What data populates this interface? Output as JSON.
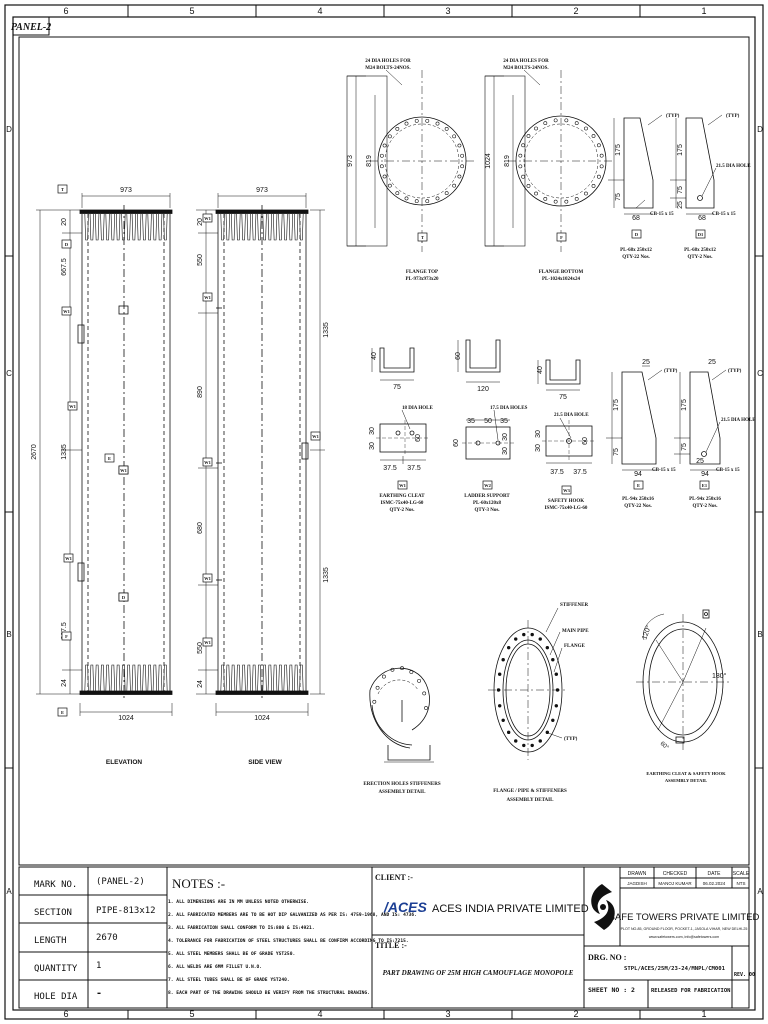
{
  "frame": {
    "col_labels": [
      "6",
      "5",
      "4",
      "3",
      "2",
      "1"
    ],
    "row_labels": [
      "D",
      "C",
      "B",
      "A"
    ],
    "panel_tag": "PANEL-2"
  },
  "elevation": {
    "width_label": "973",
    "bottom_label": "1024",
    "total_height": "2670",
    "dim_top": "20",
    "dim_667_top": "667.5",
    "dim_mid": "1335",
    "dim_667_bot": "667.5",
    "dim_bottom": "24",
    "caption": "ELEVATION",
    "tags": [
      "T",
      "D",
      "W1",
      "E",
      "W1",
      "W1",
      "W1",
      "F",
      "D",
      "E"
    ]
  },
  "side_view": {
    "width_label": "973",
    "bottom_label": "1024",
    "dim_top": "20",
    "dim_550_top": "550",
    "dim_890": "890",
    "dim_680": "680",
    "dim_550_bot": "550",
    "dim_bottom": "24",
    "dim_right_top": "1335",
    "dim_right_bot": "1335",
    "caption": "SIDE VIEW",
    "tags": [
      "W1",
      "W1",
      "W1",
      "W1",
      "W1",
      "W1"
    ]
  },
  "flange_top": {
    "note_line1": "24 DIA HOLES FOR",
    "note_line2": "M24 BOLTS-24NOS.",
    "dim_outer": "973",
    "dim_inner": "819",
    "tag": "T",
    "caption_line1": "FLANGE TOP",
    "caption_line2": "PL-973x973x20"
  },
  "flange_bottom": {
    "note_line1": "24 DIA HOLES FOR",
    "note_line2": "M24 BOLTS-24NOS.",
    "dim_outer": "1024",
    "dim_inner": "819",
    "tag": "F",
    "caption_line1": "FLANGE BOTTOM",
    "caption_line2": "PL-1024x1024x24"
  },
  "stiffener_a": {
    "dim_h": "175",
    "dim_v": "75",
    "dim_w": "68",
    "typ": "(TYP)",
    "cb": "CB-15 x 15",
    "tag": "D",
    "caption_line1": "PL-68x 250x12",
    "caption_line2": "QTY-22 Nos."
  },
  "stiffener_b": {
    "dim_h": "175",
    "dim_a": "75",
    "dim_b": "25",
    "dim_w": "68",
    "hole": "21.5 DIA HOLE",
    "typ": "(TYP)",
    "cb": "CB-15 x 15",
    "tag": "D1",
    "caption_line1": "PL-68x 250x12",
    "caption_line2": "QTY-2 Nos."
  },
  "stiffener_c": {
    "dim_t": "25",
    "dim_h": "175",
    "dim_v": "75",
    "dim_w": "94",
    "typ": "(TYP)",
    "cb": "CB-15 x 15",
    "tag": "E",
    "caption_line1": "PL-94x 250x16",
    "caption_line2": "QTY-22 Nos."
  },
  "stiffener_d": {
    "dim_t": "25",
    "dim_h": "175",
    "dim_a": "75",
    "dim_b": "25",
    "dim_w": "94",
    "hole": "21.5 DIA HOLE",
    "typ": "(TYP)",
    "cb": "CB-15 x 15",
    "tag": "E1",
    "caption_line1": "PL-94x 250x16",
    "caption_line2": "QTY-2 Nos."
  },
  "earthing_cleat": {
    "d_h": "40",
    "d_w": "75",
    "hole": "18 DIA HOLE",
    "d_30a": "30",
    "d_30b": "30",
    "d_60": "60",
    "d_375a": "37.5",
    "d_375b": "37.5",
    "tag": "W1",
    "caption_line1": "EARTHING CLEAT",
    "caption_line2": "ISMC-75x40-LG-60",
    "caption_line3": "QTY-2 Nos."
  },
  "ladder_support": {
    "d_h": "60",
    "d_w": "120",
    "hole": "17.5 DIA HOLES",
    "d_35a": "35",
    "d_50": "50",
    "d_35b": "35",
    "d_60": "60",
    "d_30a": "30",
    "d_30b": "30",
    "tag": "W2",
    "caption_line1": "LADDER SUPPORT",
    "caption_line2": "PL-60x120x8",
    "caption_line3": "QTY-3 Nos."
  },
  "safety_hook": {
    "d_h": "40",
    "d_w": "75",
    "hole": "21.5 DIA HOLE",
    "d_30a": "30",
    "d_30b": "30",
    "d_60": "60",
    "d_375a": "37.5",
    "d_375b": "37.5",
    "tag": "W3",
    "caption_line1": "SAFETY HOOK",
    "caption_line2": "ISMC-75x40-LG-60",
    "caption_line3": ""
  },
  "erection_detail": {
    "caption_line1": "ERECTION HOLES STIFFENERS",
    "caption_line2": "ASSEMBLY DETAIL"
  },
  "flange_pipe_detail": {
    "lbl_stiffener": "STIFFENER",
    "lbl_main_pipe": "MAIN PIPE",
    "lbl_flange": "FLANGE",
    "typ": "(TYP)",
    "caption_line1": "FLANGE / PIPE & STIFFENERS",
    "caption_line2": "ASSEMBLY DETAIL"
  },
  "cleat_detail": {
    "a1": "120°",
    "a2": "180°",
    "a3": "60°",
    "caption_line1": "EARTHING CLEAT & SAFETY HOOK",
    "caption_line2": "ASSEMBLY DETAIL"
  },
  "title_block": {
    "rows": [
      {
        "label": "MARK NO.",
        "value": "(PANEL-2)"
      },
      {
        "label": "SECTION",
        "value": "PIPE-813x12"
      },
      {
        "label": "LENGTH",
        "value": "2670"
      },
      {
        "label": "QUANTITY",
        "value": "1"
      },
      {
        "label": "HOLE DIA",
        "value": "-"
      }
    ],
    "notes_title": "NOTES :-",
    "notes": [
      "1. ALL DIMENSIONS ARE IN MM UNLESS NOTED OTHERWISE.",
      "2. ALL FABRICATED MEMBERS ARE TO BE HOT DIP GALVANIZED AS PER IS: 4759-1968, AND IS: 4736.",
      "3. ALL FABRICATION SHALL CONFORM TO IS:800 & IS:4921.",
      "4. TOLERANCE FOR FABRICATION OF STEEL STRUCTURES SHALL BE CONFIRM ACCORDING TO IS:7215.",
      "5. ALL STEEL MEMBERS SHALL BE OF GRADE YST250.",
      "6. ALL WELDS ARE 6MM FILLET U.N.O.",
      "7. ALL STEEL TUBES SHALL BE OF GRADE YST240.",
      "8. EACH PART OF THE DRAWING SHOULD BE VERIFY FROM THE STRUCTURAL DRAWING."
    ],
    "client_label": "CLIENT :-",
    "client_logo": "/ACES",
    "client_name": "ACES INDIA PRIVATE LIMITED",
    "title_label": "TITLE :-",
    "title_text": "PART DRAWING OF 25M HIGH CAMOUFLAGE MONOPOLE",
    "drawn_label": "DRAWN",
    "checked_label": "CHECKED",
    "date_label": "DATE",
    "scale_label": "SCALE",
    "drawn_value": "JAGDISH",
    "checked_value": "MANOJ KUMAR",
    "date_value": "06.02.2024",
    "scale_value": "NTS",
    "company": "SAFE TOWERS PRIVATE LIMITED",
    "address": "PLOT NO-85, GROUND FLOOR, POCKET-1, JASOLA VIHAR, NEW DELHI-25",
    "contact": "www.safetowers.com, info@safetowers.com",
    "drg_label": "DRG. NO :",
    "drg_value": "STPL/ACES/25M/23-24/MNPL/CM001",
    "rev": "REV. 00",
    "sheet_label": "SHEET NO : 2",
    "status": "RELEASED FOR FABRICATION"
  }
}
